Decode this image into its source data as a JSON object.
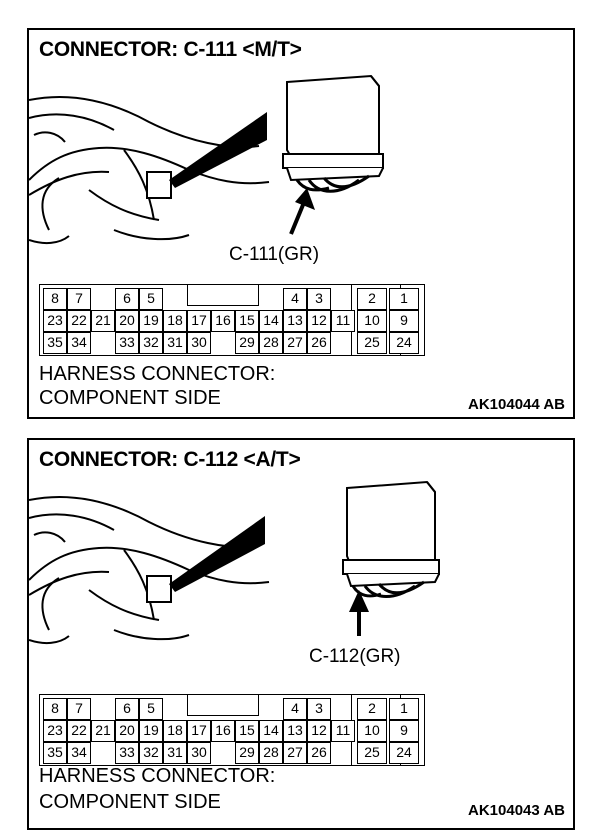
{
  "connectors": [
    {
      "title": "CONNECTOR: C-111 <M/T>",
      "callout": "C-111(GR)",
      "caption_line1": "HARNESS CONNECTOR:",
      "caption_line2": "COMPONENT SIDE",
      "code": "AK104044 AB",
      "pins_top": [
        "8",
        "7",
        "6",
        "5",
        "4",
        "3",
        "2",
        "1"
      ],
      "pins_mid": [
        "23",
        "22",
        "21",
        "20",
        "19",
        "18",
        "17",
        "16",
        "15",
        "14",
        "13",
        "12",
        "11",
        "10",
        "9"
      ],
      "pins_bot": [
        "35",
        "34",
        "33",
        "32",
        "31",
        "30",
        "29",
        "28",
        "27",
        "26",
        "25",
        "24"
      ]
    },
    {
      "title": "CONNECTOR: C-112 <A/T>",
      "callout": "C-112(GR)",
      "caption_line1": "HARNESS CONNECTOR:",
      "caption_line2": "COMPONENT SIDE",
      "code": "AK104043 AB",
      "pins_top": [
        "8",
        "7",
        "6",
        "5",
        "4",
        "3",
        "2",
        "1"
      ],
      "pins_mid": [
        "23",
        "22",
        "21",
        "20",
        "19",
        "18",
        "17",
        "16",
        "15",
        "14",
        "13",
        "12",
        "11",
        "10",
        "9"
      ],
      "pins_bot": [
        "35",
        "34",
        "33",
        "32",
        "31",
        "30",
        "29",
        "28",
        "27",
        "26",
        "25",
        "24"
      ]
    }
  ]
}
